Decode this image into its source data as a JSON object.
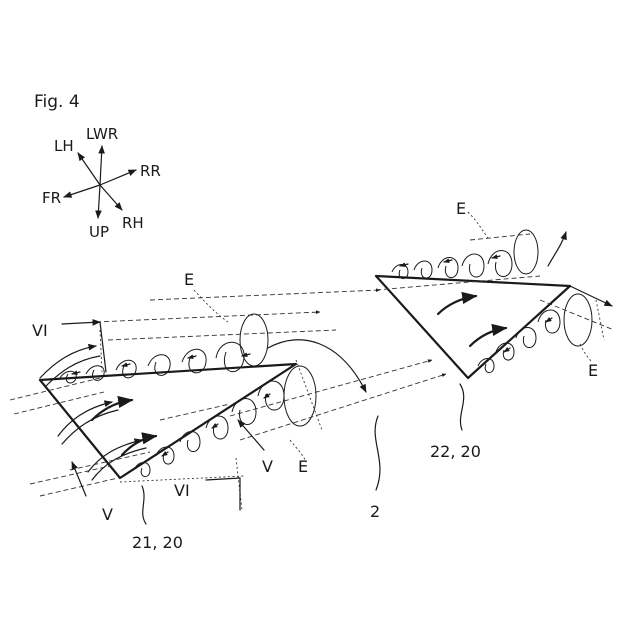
{
  "figure": {
    "label": "Fig. 4"
  },
  "orientation": {
    "up": "UP",
    "lwr": "LWR",
    "lh": "LH",
    "rr": "RR",
    "fr": "FR",
    "rh": "RH"
  },
  "labels": {
    "e_left": "E",
    "e_left_bottom": "E",
    "e_right_top": "E",
    "e_right_bottom": "E",
    "vi_top": "VI",
    "vi_bottom": "VI",
    "v_left": "V",
    "v_mid": "V",
    "ref_left": "21, 20",
    "ref_right": "22, 20",
    "ref_body": "2"
  },
  "colors": {
    "ink": "#1a1a1a",
    "background": "#ffffff"
  }
}
